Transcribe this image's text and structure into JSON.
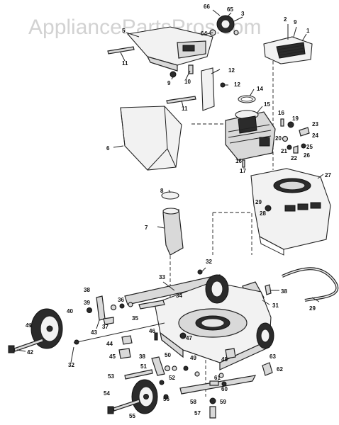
{
  "watermark": "AppliancePartsPros.com",
  "labels": [
    {
      "id": "66",
      "text": "66"
    },
    {
      "id": "65",
      "text": "65"
    },
    {
      "id": "3a",
      "text": "3"
    },
    {
      "id": "64",
      "text": "64"
    },
    {
      "id": "5",
      "text": "5"
    },
    {
      "id": "2",
      "text": "2"
    },
    {
      "id": "9a",
      "text": "9"
    },
    {
      "id": "1",
      "text": "1"
    },
    {
      "id": "11a",
      "text": "11"
    },
    {
      "id": "10",
      "text": "10"
    },
    {
      "id": "9b",
      "text": "9"
    },
    {
      "id": "12a",
      "text": "12"
    },
    {
      "id": "12b",
      "text": "12"
    },
    {
      "id": "14",
      "text": "14"
    },
    {
      "id": "11b",
      "text": "11"
    },
    {
      "id": "15",
      "text": "15"
    },
    {
      "id": "16a",
      "text": "16"
    },
    {
      "id": "19",
      "text": "19"
    },
    {
      "id": "23",
      "text": "23"
    },
    {
      "id": "24",
      "text": "24"
    },
    {
      "id": "20",
      "text": "20"
    },
    {
      "id": "21",
      "text": "21"
    },
    {
      "id": "25",
      "text": "25"
    },
    {
      "id": "22",
      "text": "22"
    },
    {
      "id": "26",
      "text": "26"
    },
    {
      "id": "6",
      "text": "6"
    },
    {
      "id": "16b",
      "text": "16"
    },
    {
      "id": "17",
      "text": "17"
    },
    {
      "id": "27",
      "text": "27"
    },
    {
      "id": "8",
      "text": "8"
    },
    {
      "id": "29a",
      "text": "29"
    },
    {
      "id": "28",
      "text": "28"
    },
    {
      "id": "7",
      "text": "7"
    },
    {
      "id": "32a",
      "text": "32"
    },
    {
      "id": "33",
      "text": "33"
    },
    {
      "id": "38a",
      "text": "38"
    },
    {
      "id": "36",
      "text": "36"
    },
    {
      "id": "34",
      "text": "34"
    },
    {
      "id": "38b",
      "text": "38"
    },
    {
      "id": "31",
      "text": "31"
    },
    {
      "id": "29b",
      "text": "29"
    },
    {
      "id": "39",
      "text": "39"
    },
    {
      "id": "40",
      "text": "40"
    },
    {
      "id": "35",
      "text": "35"
    },
    {
      "id": "41",
      "text": "41"
    },
    {
      "id": "37",
      "text": "37"
    },
    {
      "id": "43",
      "text": "43"
    },
    {
      "id": "46",
      "text": "46"
    },
    {
      "id": "47",
      "text": "47"
    },
    {
      "id": "44",
      "text": "44"
    },
    {
      "id": "45",
      "text": "45"
    },
    {
      "id": "42",
      "text": "42"
    },
    {
      "id": "32b",
      "text": "32"
    },
    {
      "id": "38c",
      "text": "38"
    },
    {
      "id": "50",
      "text": "50"
    },
    {
      "id": "49",
      "text": "49"
    },
    {
      "id": "63",
      "text": "63"
    },
    {
      "id": "51",
      "text": "51"
    },
    {
      "id": "48",
      "text": "48"
    },
    {
      "id": "61",
      "text": "61"
    },
    {
      "id": "62",
      "text": "62"
    },
    {
      "id": "53",
      "text": "53"
    },
    {
      "id": "52",
      "text": "52"
    },
    {
      "id": "60",
      "text": "60"
    },
    {
      "id": "54",
      "text": "54"
    },
    {
      "id": "56",
      "text": "56"
    },
    {
      "id": "59",
      "text": "59"
    },
    {
      "id": "55",
      "text": "55"
    },
    {
      "id": "58",
      "text": "58"
    },
    {
      "id": "57",
      "text": "57"
    }
  ]
}
